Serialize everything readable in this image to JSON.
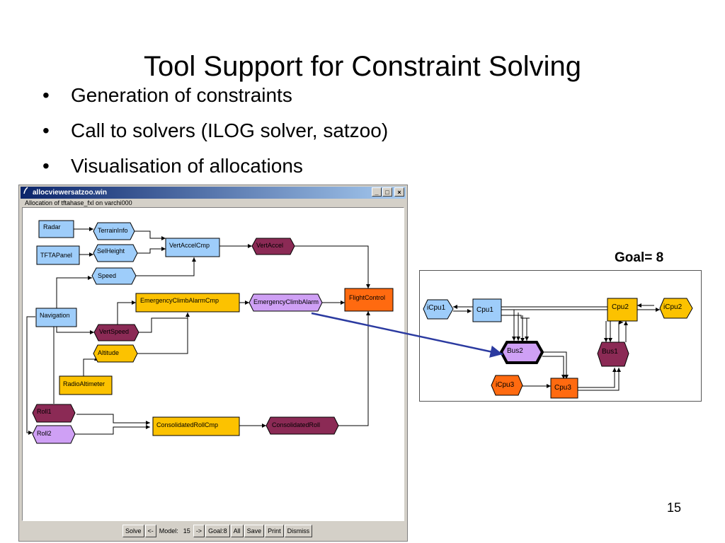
{
  "slide": {
    "title": "Tool Support for Constraint Solving",
    "bullets": [
      "Generation of constraints",
      "Call to solvers (ILOG solver, satzoo)",
      "Visualisation of allocations"
    ],
    "page_number": "15",
    "bullet_char": "•"
  },
  "window": {
    "title": "allocviewersatzoo.win",
    "status": "Allocation of tftahase_fxl on varchi000",
    "controls": {
      "minimize": "_",
      "maximize": "□",
      "close": "×"
    },
    "toolbar": {
      "solve": "Solve",
      "prev": "<-",
      "model_label": "Model:",
      "model_value": "15",
      "next": "->",
      "goal": "Goal:8",
      "all": "All",
      "save": "Save",
      "print": "Print",
      "dismiss": "Dismiss"
    }
  },
  "diagram": {
    "labels": {
      "radar": "Radar",
      "tftapanel": "TFTAPanel",
      "navigation": "Navigation",
      "terraininfo": "TerrainInfo",
      "selheight": "SelHeight",
      "speed": "Speed",
      "vertaccelcmp": "VertAccelCmp",
      "vertaccel": "VertAccel",
      "emergencyclimbalarmcmp": "EmergencyClimbAlarmCmp",
      "emergencyclimbalarm": "EmergencyClimbAlarm",
      "flightcontrol": "FlightControl",
      "vertspeed": "VertSpeed",
      "altitude": "Altitude",
      "radioaltimeter": "RadioAltimeter",
      "roll1": "Roll1",
      "roll2": "Roll2",
      "consolidatedrollcmp": "ConsolidatedRollCmp",
      "consolidatedroll": "ConsolidatedRoll"
    },
    "colors": {
      "blue": "#9ecdfa",
      "orange_yellow": "#fcc200",
      "maroon": "#8b2a55",
      "lavender": "#cfa0f5",
      "flight_control": "#ff6a10",
      "link": "#2b3aa0"
    }
  },
  "allocation": {
    "goal_label": "Goal= 8",
    "labels": {
      "icpu1": "iCpu1",
      "cpu1": "Cpu1",
      "cpu2": "Cpu2",
      "icpu2": "iCpu2",
      "bus2": "Bus2",
      "bus1": "Bus1",
      "icpu3": "iCpu3",
      "cpu3": "Cpu3"
    }
  }
}
